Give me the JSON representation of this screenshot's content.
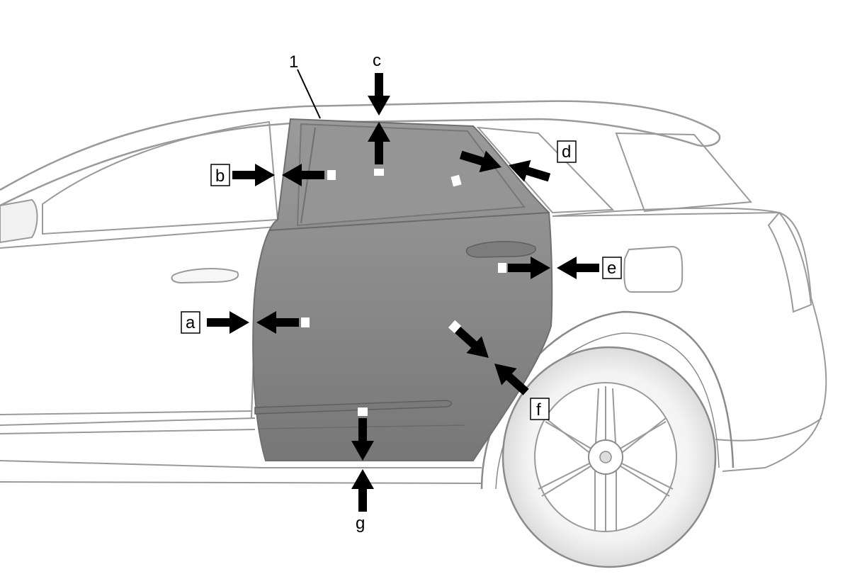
{
  "diagram": {
    "callouts": {
      "part_1": "1",
      "a": "a",
      "b": "b",
      "c": "c",
      "d": "d",
      "e": "e",
      "f": "f",
      "g": "g"
    },
    "colors": {
      "door_panel": "#8f8f8f",
      "body_line": "#9a9a9a",
      "arrow": "#000000",
      "background": "#ffffff"
    },
    "icons": {
      "arrow": "black-gap-arrow-icon",
      "vehicle": "suv-side-view-icon"
    }
  }
}
